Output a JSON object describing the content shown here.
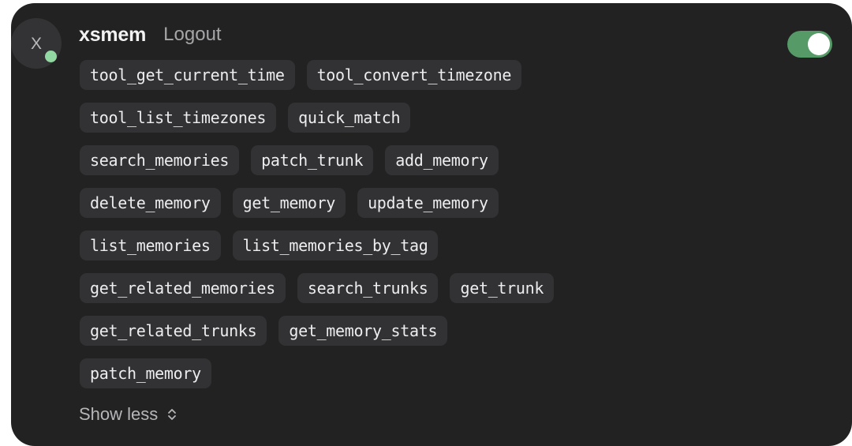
{
  "app": {
    "title": "xsmem",
    "logout_label": "Logout"
  },
  "avatar": {
    "letter": "X",
    "status": "online",
    "status_color": "#91d8a2",
    "background_color": "#333335"
  },
  "toggle": {
    "state": "on",
    "on_color": "#569a68",
    "knob_color": "#ffffff"
  },
  "theme": {
    "card_background": "#222223",
    "pill_background": "#323234",
    "pill_text": "#ededef",
    "page_background": "#ffffff",
    "muted_text": "#a6a6a9"
  },
  "tools": {
    "rows": [
      [
        "tool_get_current_time",
        "tool_convert_timezone"
      ],
      [
        "tool_list_timezones",
        "quick_match"
      ],
      [
        "search_memories",
        "patch_trunk",
        "add_memory"
      ],
      [
        "delete_memory",
        "get_memory",
        "update_memory"
      ],
      [
        "list_memories",
        "list_memories_by_tag"
      ],
      [
        "get_related_memories",
        "search_trunks",
        "get_trunk"
      ],
      [
        "get_related_trunks",
        "get_memory_stats"
      ],
      [
        "patch_memory"
      ]
    ]
  },
  "footer": {
    "show_less_label": "Show less",
    "chevron_icon": "chevron-up-down-icon"
  }
}
